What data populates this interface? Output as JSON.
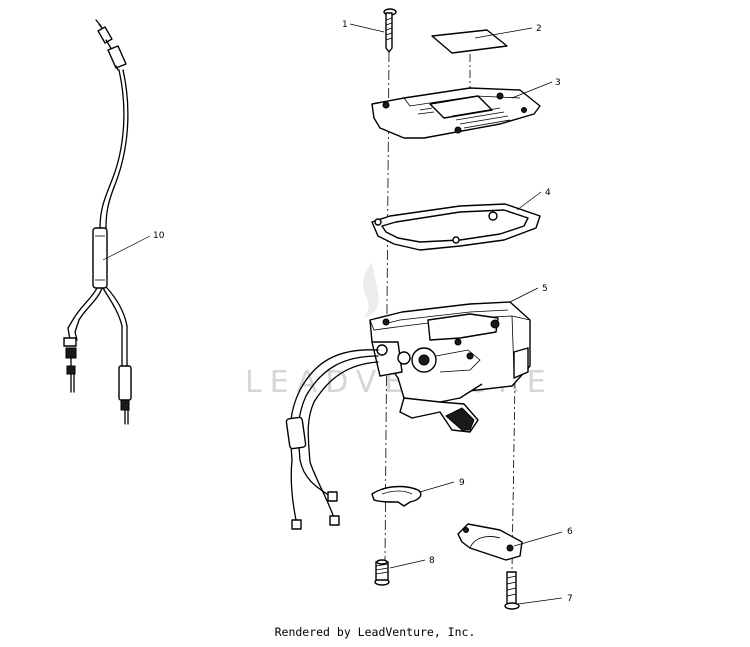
{
  "callouts": {
    "c1": "1",
    "c2": "2",
    "c3": "3",
    "c4": "4",
    "c5": "5",
    "c6": "6",
    "c7": "7",
    "c8": "8",
    "c9": "9",
    "c10": "10"
  },
  "watermark": "LEADVENTURE",
  "footer": "Rendered by LeadVenture, Inc."
}
